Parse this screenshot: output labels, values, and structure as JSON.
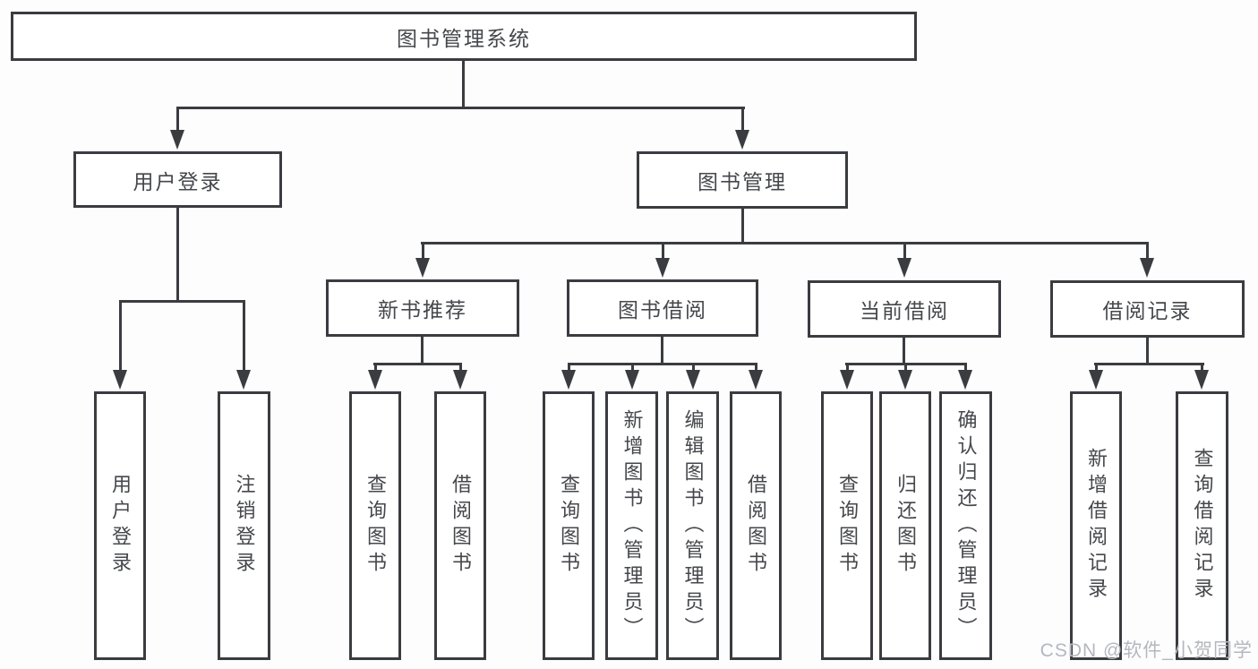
{
  "tree": {
    "label": "图书管理系统",
    "children": [
      {
        "label": "用户登录",
        "children": [
          {
            "label": "用户登录"
          },
          {
            "label": "注销登录"
          }
        ]
      },
      {
        "label": "图书管理",
        "children": [
          {
            "label": "新书推荐",
            "children": [
              {
                "label": "查询图书"
              },
              {
                "label": "借阅图书"
              }
            ]
          },
          {
            "label": "图书借阅",
            "children": [
              {
                "label": "查询图书"
              },
              {
                "label": "新增图书（管理员）"
              },
              {
                "label": "编辑图书（管理员）"
              },
              {
                "label": "借阅图书"
              }
            ]
          },
          {
            "label": "当前借阅",
            "children": [
              {
                "label": "查询图书"
              },
              {
                "label": "归还图书"
              },
              {
                "label": "确认归还（管理员）"
              }
            ]
          },
          {
            "label": "借阅记录",
            "children": [
              {
                "label": "新增借阅记录"
              },
              {
                "label": "查询借阅记录"
              }
            ]
          }
        ]
      }
    ]
  },
  "watermark": "CSDN @软件_小贺同学",
  "colors": {
    "line": "#3a3c40",
    "text": "#45474b",
    "watermark": "#b4b7bf",
    "background": "#fdfdfe"
  }
}
